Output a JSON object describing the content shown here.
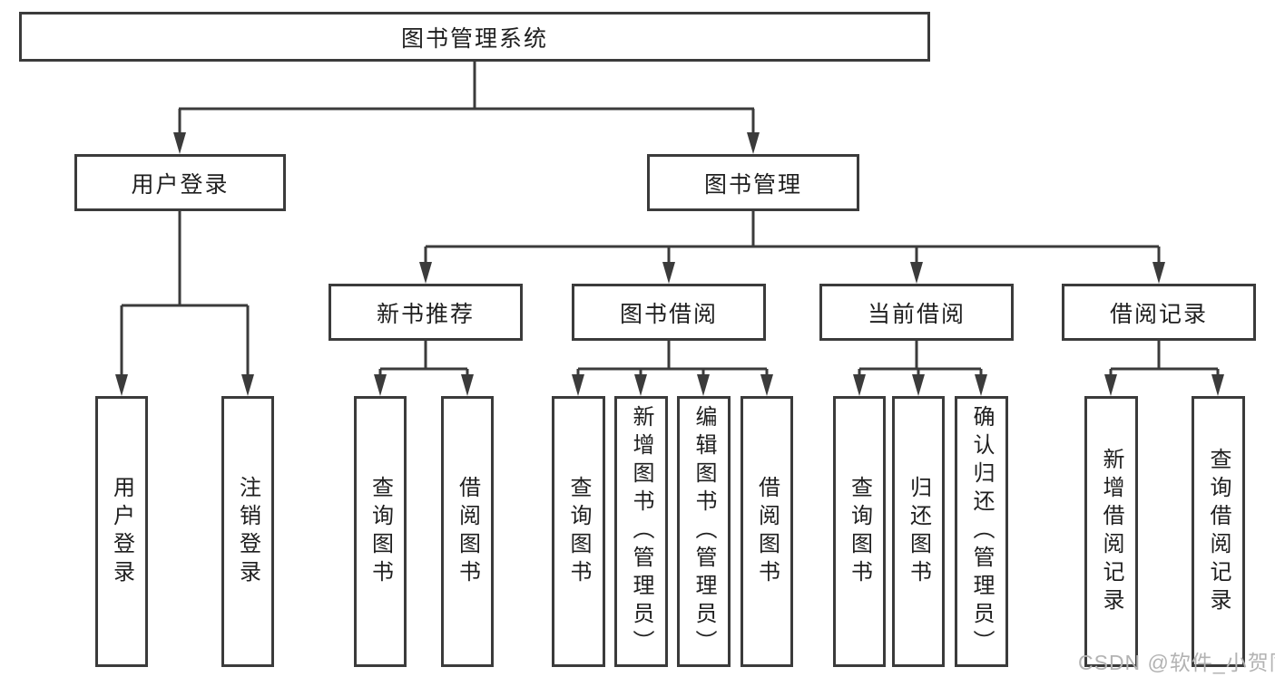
{
  "diagram": {
    "root": {
      "label": "图书管理系统"
    },
    "level2": [
      {
        "label": "用户登录"
      },
      {
        "label": "图书管理"
      }
    ],
    "level3": [
      {
        "label": "新书推荐"
      },
      {
        "label": "图书借阅"
      },
      {
        "label": "当前借阅"
      },
      {
        "label": "借阅记录"
      }
    ],
    "leaves": {
      "user_login": [
        "用户登录",
        "注销登录"
      ],
      "new_book": [
        "查询图书",
        "借阅图书"
      ],
      "book_borrow": [
        "查询图书",
        "新增图书（管理员）",
        "编辑图书（管理员）",
        "借阅图书"
      ],
      "current_borrow": [
        "查询图书",
        "归还图书",
        "确认归还（管理员）"
      ],
      "borrow_records": [
        "新增借阅记录",
        "查询借阅记录"
      ]
    }
  },
  "watermark": {
    "text": "CSDN @软件_小贺同学"
  },
  "colors": {
    "line": "#3b3b3b",
    "text": "#1f1f1f",
    "watermark": "#b3b3b3",
    "background": "#ffffff"
  }
}
